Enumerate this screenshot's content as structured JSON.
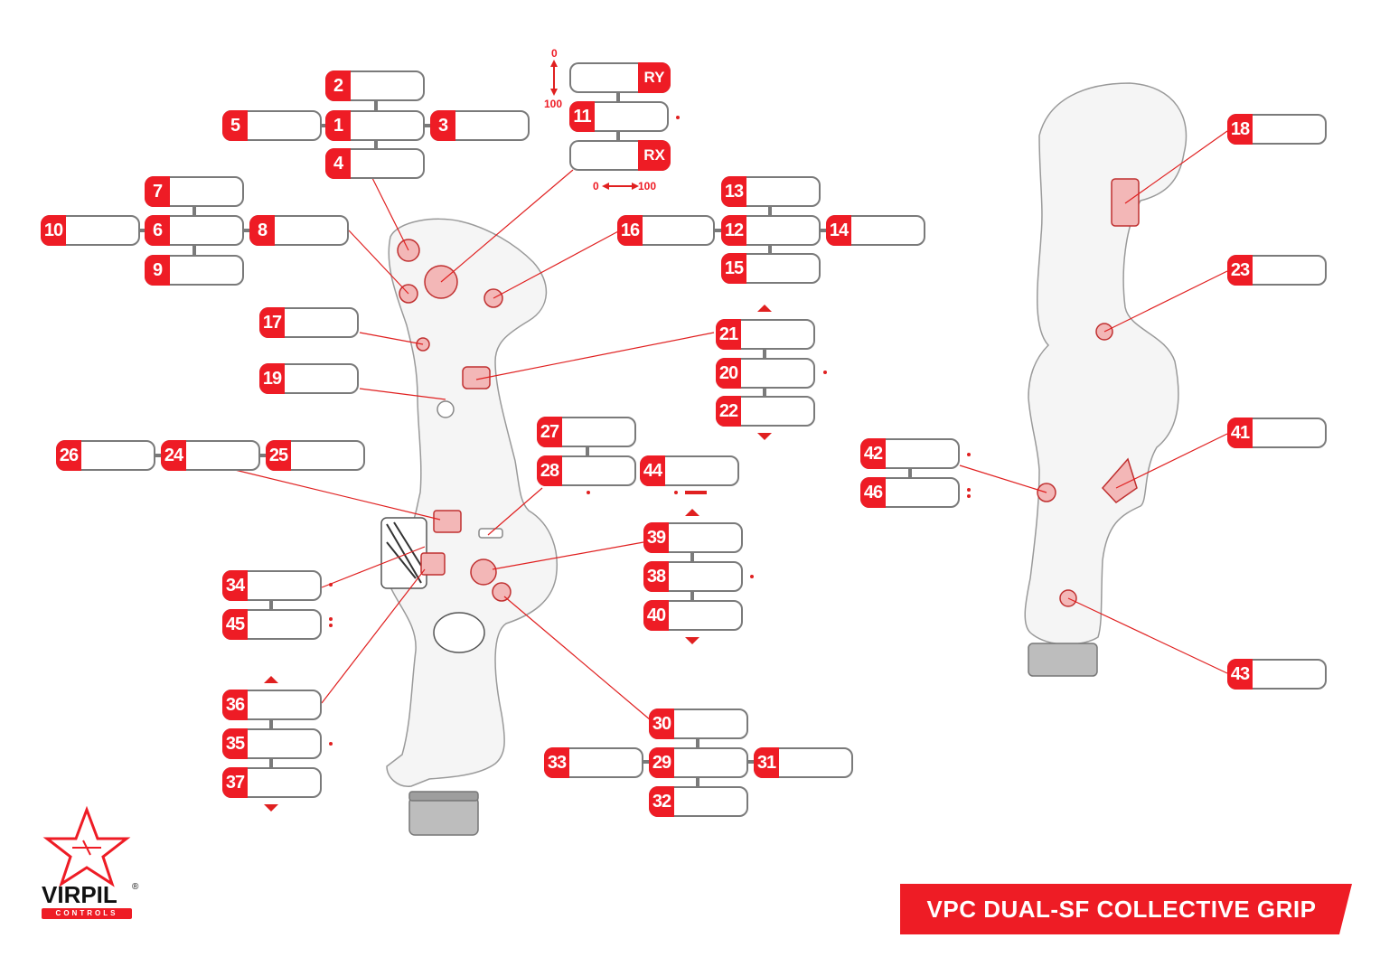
{
  "title": "VPC DUAL-SF COLLECTIVE GRIP",
  "brand": {
    "name": "VIRPIL",
    "sub": "CONTROLS",
    "reg": "®"
  },
  "colors": {
    "accent": "#ee1c25",
    "outline": "#7a7a7a",
    "body": "#f4f4f4"
  },
  "axes": {
    "ry": {
      "tag": "RY",
      "min": "0",
      "max": "100"
    },
    "rx": {
      "tag": "RX",
      "min": "0",
      "max": "100"
    }
  },
  "buttons": [
    "1",
    "2",
    "3",
    "4",
    "5",
    "6",
    "7",
    "8",
    "9",
    "10",
    "11",
    "12",
    "13",
    "14",
    "15",
    "16",
    "17",
    "18",
    "19",
    "20",
    "21",
    "22",
    "23",
    "24",
    "25",
    "26",
    "27",
    "28",
    "29",
    "30",
    "31",
    "32",
    "33",
    "34",
    "35",
    "36",
    "37",
    "38",
    "39",
    "40",
    "41",
    "42",
    "43",
    "44",
    "45",
    "46"
  ],
  "icons": [
    "virpil-star-logo-icon",
    "arrow-up-icon",
    "arrow-down-icon",
    "arrow-left-right-icon",
    "arrow-up-down-icon"
  ]
}
